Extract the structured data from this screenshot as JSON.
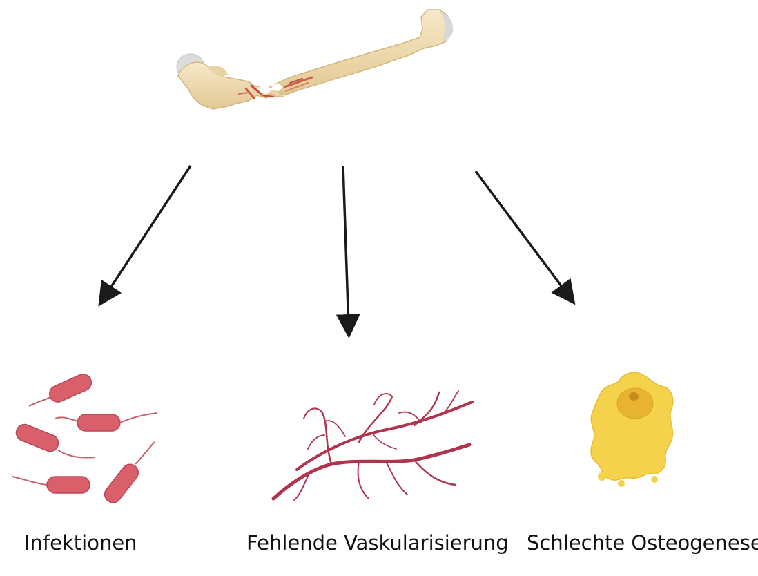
{
  "colors": {
    "bone": "#efdcb4",
    "bone_shade": "#d9bf8a",
    "joint_cartilage": "#d9d9d9",
    "fracture_red": "#c84a3c",
    "bacteria_fill": "#d9606b",
    "vessel": "#b0344d",
    "cell_fill": "#f5d24c",
    "nucleus": "#e8b430",
    "arrow": "#1a1a1a",
    "text": "#111111"
  },
  "icons": {
    "top": "fractured-femur-icon",
    "left": "bacteria-icon",
    "middle": "blood-vessels-icon",
    "right": "osteoblast-cell-icon"
  },
  "captions": {
    "left": "Infektionen",
    "middle": "Fehlende Vaskularisierung",
    "right": "Schlechte Osteogenese"
  }
}
